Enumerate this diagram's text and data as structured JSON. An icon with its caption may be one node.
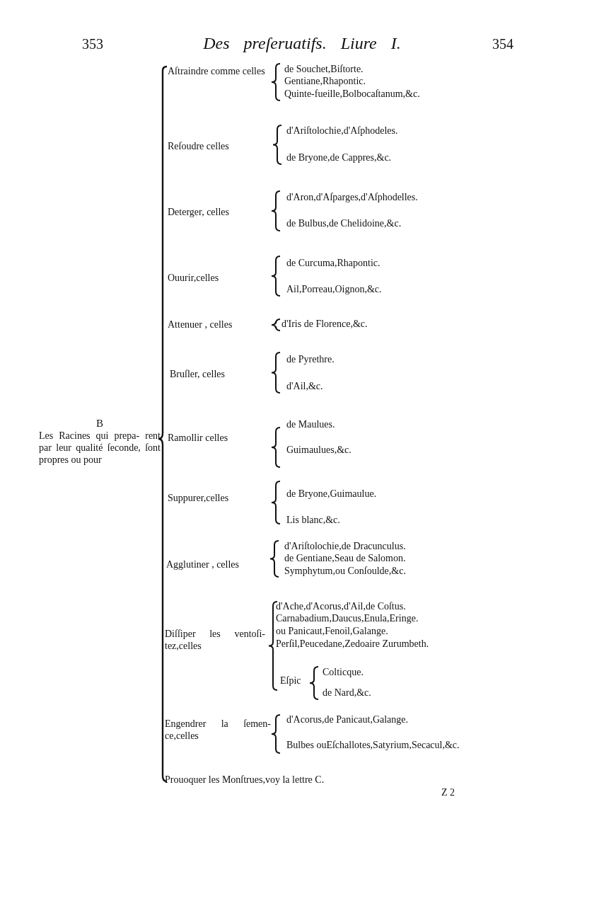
{
  "diagram": {
    "title": "Des preſeruatifs. Liure I.",
    "labels": [
      "353",
      "354",
      "B",
      "Les Racines qui prepa- rent par leur qualité ſeconde, ſont propres ou pour",
      "Aſtraindre comme celles",
      "de Souchet,Biſtorte.",
      "Gentiane,Rhapontic.",
      "Quinte-fueille,Bolbocaſtanum,&c.",
      "Reſoudre celles",
      "d'Ariſtolochie,d'Aſphodeles.",
      "de Bryone,de Cappres,&c.",
      "Deterger, celles",
      "d'Aron,d'Aſparges,d'Aſphodelles.",
      "de Bulbus,de Chelidoine,&c.",
      "Ouurir,celles",
      "de Curcuma,Rhapontic.",
      "Ail,Porreau,Oignon,&c.",
      "Attenuer , celles",
      "d'Iris de Florence,&c.",
      "Bruſler, celles",
      "de Pyrethre.",
      "d'Ail,&c.",
      "Ramollir celles",
      "de Maulues.",
      "Guimaulues,&c.",
      "Suppurer,celles",
      "de Bryone,Guimaulue.",
      "Lis blanc,&c.",
      "Agglutiner , celles",
      "d'Ariſtolochie,de Dracunculus.",
      "de Gentiane,Seau de Salomon.",
      "Symphytum,ou Conſoulde,&c.",
      "Diſſiper les ventoſi- tez,celles",
      "d'Ache,d'Acorus,d'Ail,de Coſtus.",
      "Carnabadium,Daucus,Enula,Eringe.",
      "ou Panicaut,Fenoil,Galange.",
      "Perſil,Peucedane,Zedoaire Zurumbeth.",
      "Eſpic",
      "Colticque.",
      "de Nard,&c.",
      "Engendrer la ſemen- ce,celles",
      "d'Acorus,de Panicaut,Galange.",
      "Bulbes ouEſchallotes,Satyrium,Secacul,&c.",
      "Prouoquer les Monſtrues,voy la lettre C.",
      "Z 2"
    ]
  }
}
